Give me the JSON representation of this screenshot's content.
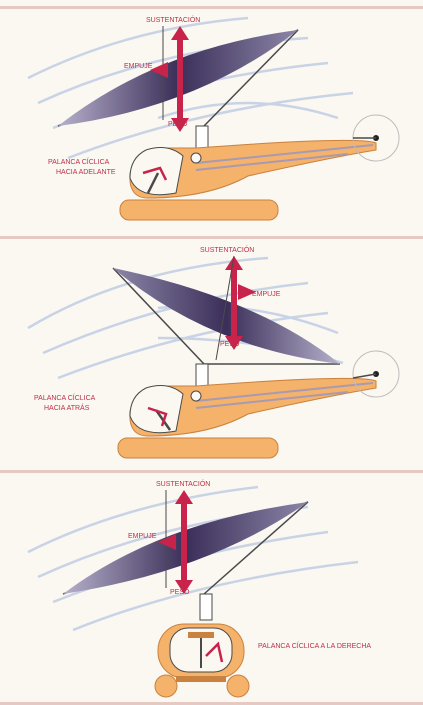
{
  "panels": [
    {
      "id": "forward",
      "labels": {
        "lift": "SUSTENTACIÓN",
        "thrust": "EMPUJE",
        "weight": "PESO",
        "cyclic": [
          "PALANCA CÍCLICA",
          "HACIA ADELANTE"
        ]
      }
    },
    {
      "id": "backward",
      "labels": {
        "lift": "SUSTENTACIÓN",
        "thrust": "EMPUJE",
        "weight": "PESO",
        "cyclic": [
          "PALANCA CÍCLICA",
          "HACIA ATRÁS"
        ]
      }
    },
    {
      "id": "right",
      "labels": {
        "lift": "SUSTENTACIÓN",
        "thrust": "EMPUJE",
        "weight": "PESO",
        "cyclic": [
          "PALANCA CÍCLICA A LA DERECHA"
        ]
      }
    }
  ],
  "colors": {
    "rotor_dark": "#3b2f59",
    "rotor_light": "#b7b1cc",
    "fuselage": "#f4b26a",
    "fuselage_dark": "#c9823f",
    "arrow": "#c8234a",
    "airflow": "#c9d3e6",
    "text": "#b9324a",
    "frame": "#4a4a4a"
  }
}
